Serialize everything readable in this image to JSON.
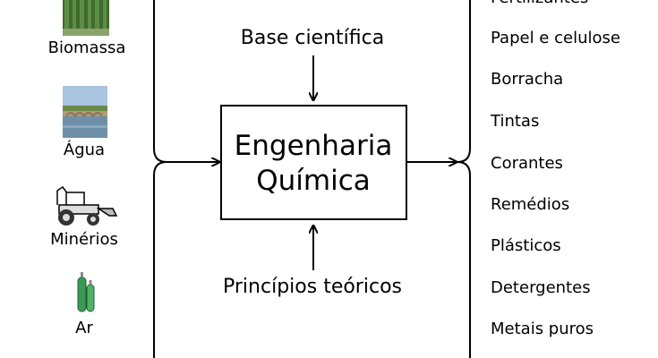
{
  "inputs": [
    {
      "label": "Biomassa",
      "icon": "forest-icon"
    },
    {
      "label": "Água",
      "icon": "river-bridge-icon"
    },
    {
      "label": "Minérios",
      "icon": "backhoe-loader-icon"
    },
    {
      "label": "Ar",
      "icon": "gas-cylinders-icon"
    }
  ],
  "top_input": "Base científica",
  "bottom_input": "Princípios teóricos",
  "center": {
    "line1": "Engenharia",
    "line2": "Química"
  },
  "products": [
    "Fertilizantes",
    "Papel e celulose",
    "Borracha",
    "Tintas",
    "Corantes",
    "Remédios",
    "Plásticos",
    "Detergentes",
    "Metais puros"
  ],
  "colors": {
    "line": "#000000",
    "forest": "#4f7a3a",
    "sky": "#9bbbd8",
    "water": "#6f8fa8",
    "cylinder": "#3a9a55"
  }
}
